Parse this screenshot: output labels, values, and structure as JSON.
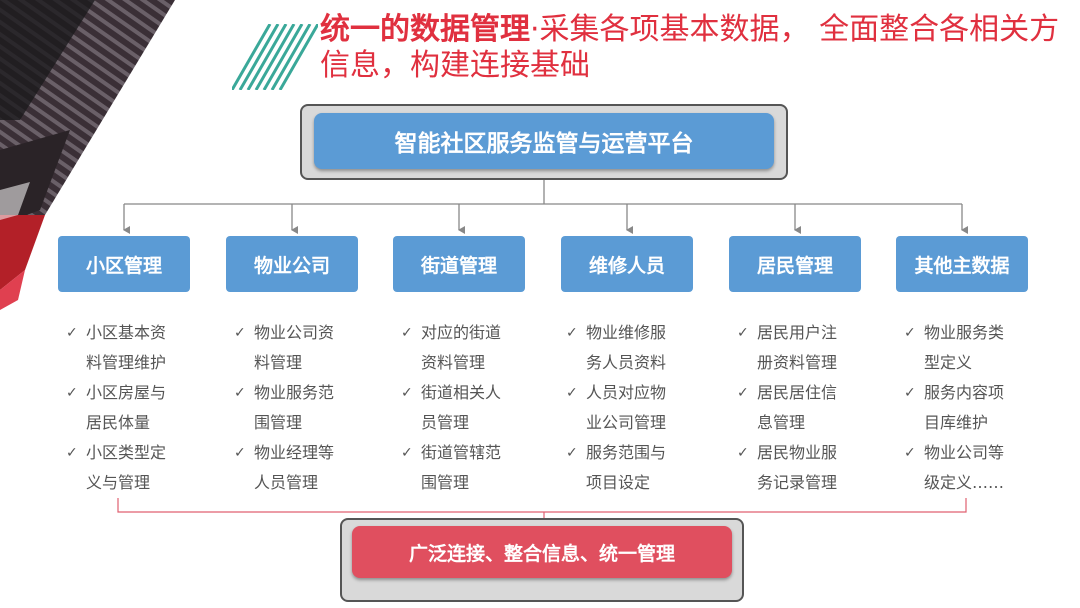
{
  "header": {
    "title_strong": "统一的数据管理",
    "title_rest": "·采集各项基本数据， 全面整合各相关方信息，构建连接基础"
  },
  "root": {
    "label": "智能社区服务监管与运营平台"
  },
  "categories": [
    {
      "label": "小区管理",
      "items": [
        "小区基本资料管理维护",
        "小区房屋与居民体量",
        "小区类型定义与管理"
      ]
    },
    {
      "label": "物业公司",
      "items": [
        "物业公司资料管理",
        "物业服务范围管理",
        "物业经理等人员管理"
      ]
    },
    {
      "label": "街道管理",
      "items": [
        "对应的街道资料管理",
        "街道相关人员管理",
        "街道管辖范围管理"
      ]
    },
    {
      "label": "维修人员",
      "items": [
        "物业维修服务人员资料",
        "人员对应物业公司管理",
        "服务范围与项目设定"
      ]
    },
    {
      "label": "居民管理",
      "items": [
        "居民用户注册资料管理",
        "居民居住信息管理",
        "居民物业服务记录管理"
      ]
    },
    {
      "label": "其他主数据",
      "items": [
        "物业服务类型定义",
        "服务内容项目库维护",
        "物业公司等级定义……"
      ]
    }
  ],
  "bottom": {
    "label": "广泛连接、整合信息、统一管理"
  },
  "colors": {
    "title": "#e0303f",
    "box_blue": "#5b9bd5",
    "box_red": "#e04f5f",
    "connector": "#888888"
  },
  "icons": {
    "check": "checkmark-icon"
  }
}
